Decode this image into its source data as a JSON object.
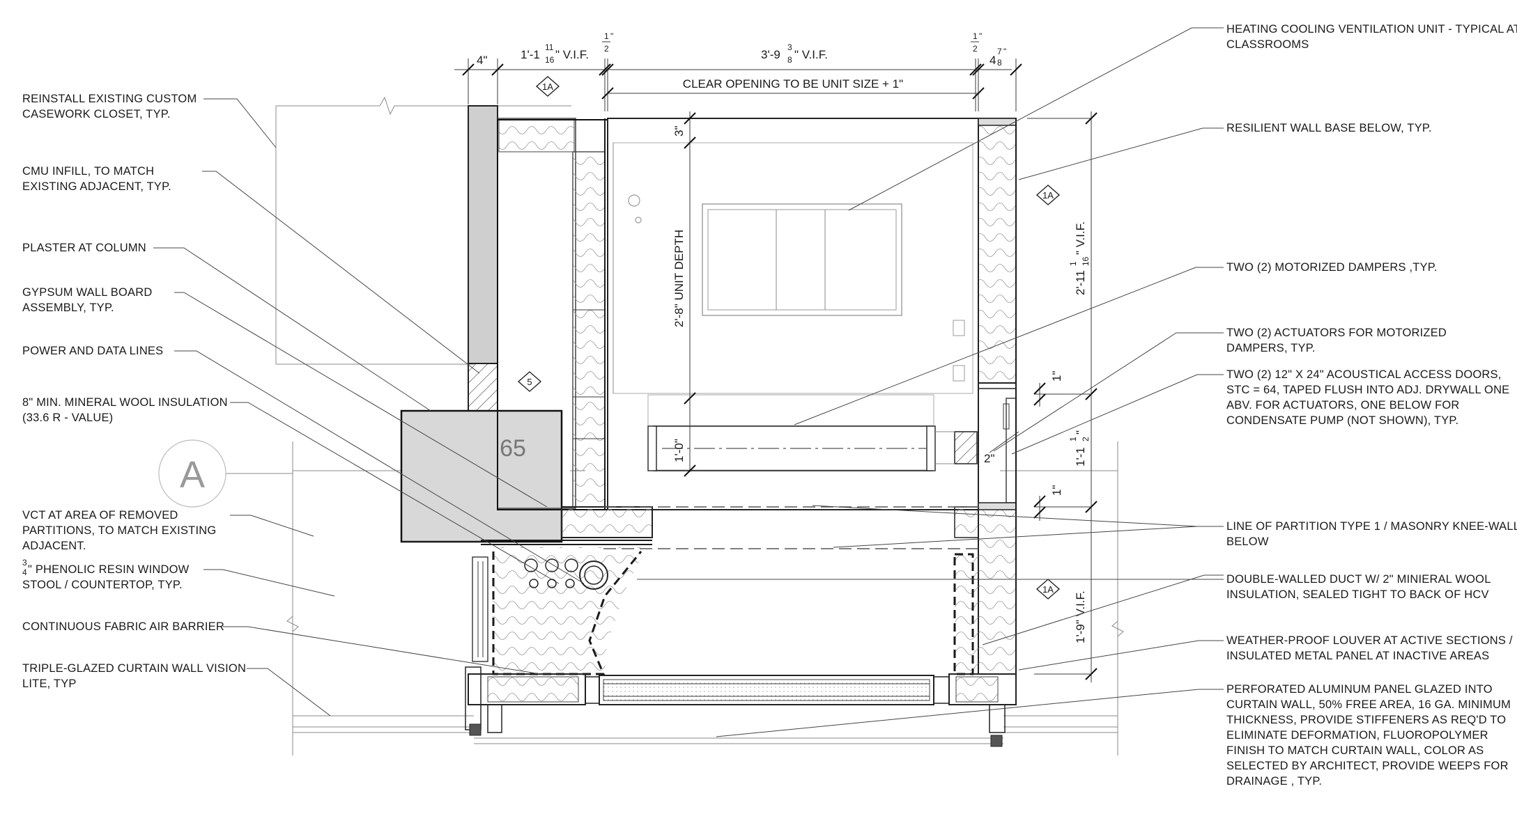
{
  "notes_left": [
    {
      "id": "casework",
      "lines": [
        "REINSTALL EXISTING CUSTOM",
        "CASEWORK CLOSET, TYP."
      ]
    },
    {
      "id": "cmu",
      "lines": [
        "CMU INFILL, TO MATCH",
        "EXISTING ADJACENT, TYP."
      ]
    },
    {
      "id": "plaster",
      "lines": [
        "PLASTER AT COLUMN"
      ]
    },
    {
      "id": "gypsum",
      "lines": [
        "GYPSUM WALL BOARD",
        "ASSEMBLY, TYP."
      ]
    },
    {
      "id": "power",
      "lines": [
        "POWER AND DATA LINES"
      ]
    },
    {
      "id": "mineral",
      "lines": [
        "8\" MIN. MINERAL WOOL INSULATION",
        "(33.6 R - VALUE)"
      ]
    },
    {
      "id": "vct",
      "lines": [
        "VCT AT AREA OF REMOVED",
        "PARTITIONS, TO MATCH EXISTING",
        "ADJACENT."
      ]
    },
    {
      "id": "stool",
      "frac_num": "3",
      "frac_den": "4",
      "lines": [
        "\" PHENOLIC RESIN WINDOW",
        "STOOL / COUNTERTOP, TYP."
      ]
    },
    {
      "id": "fabric",
      "lines": [
        "CONTINUOUS FABRIC AIR BARRIER"
      ]
    },
    {
      "id": "glazed",
      "lines": [
        "TRIPLE-GLAZED CURTAIN WALL VISION",
        "LITE, TYP"
      ]
    }
  ],
  "notes_right": [
    {
      "id": "hcv",
      "lines": [
        "HEATING COOLING VENTILATION UNIT - TYPICAL AT",
        "CLASSROOMS"
      ]
    },
    {
      "id": "base",
      "lines": [
        "RESILIENT WALL BASE BELOW, TYP."
      ]
    },
    {
      "id": "dampers",
      "lines": [
        "TWO (2) MOTORIZED DAMPERS ,TYP."
      ]
    },
    {
      "id": "actuators",
      "lines": [
        "TWO (2) ACTUATORS FOR MOTORIZED",
        "DAMPERS, TYP."
      ]
    },
    {
      "id": "access",
      "lines": [
        "TWO (2) 12\" X 24\" ACOUSTICAL ACCESS DOORS,",
        "STC = 64, TAPED FLUSH INTO ADJ. DRYWALL ONE",
        "ABV. FOR ACTUATORS, ONE BELOW FOR",
        "CONDENSATE PUMP (NOT SHOWN), TYP."
      ]
    },
    {
      "id": "partition",
      "lines": [
        "LINE OF PARTITION TYPE 1 / MASONRY KNEE-WALL",
        "BELOW"
      ]
    },
    {
      "id": "duct",
      "lines": [
        "DOUBLE-WALLED DUCT W/ 2\" MINIERAL WOOL",
        "INSULATION, SEALED TIGHT TO BACK OF HCV"
      ]
    },
    {
      "id": "louver",
      "lines": [
        "WEATHER-PROOF LOUVER AT ACTIVE SECTIONS /",
        "INSULATED METAL PANEL AT INACTIVE AREAS"
      ]
    },
    {
      "id": "perforated",
      "lines": [
        "PERFORATED ALUMINUM PANEL GLAZED INTO",
        "CURTAIN WALL, 50% FREE AREA, 16 GA. MINIMUM",
        "THICKNESS, PROVIDE STIFFENERS AS REQ'D TO",
        "ELIMINATE DEFORMATION, FLUOROPOLYMER",
        "FINISH TO MATCH CURTAIN WALL, COLOR AS",
        "SELECTED BY ARCHITECT, PROVIDE WEEPS FOR",
        "DRAINAGE , TYP."
      ]
    }
  ],
  "dimensions": {
    "d4": "4\"",
    "d1_11_pre": "1'-1",
    "d1_11_num": "11",
    "d1_11_den": "16",
    "d1_11_post": "\" V.I.F.",
    "half_num": "1",
    "half_den": "2",
    "half_inch": "\"",
    "d3_9_pre": "3'-9",
    "d3_9_num": "3",
    "d3_9_den": "8",
    "d3_9_post": "\" V.I.F.",
    "d4_7_pre": "4",
    "d4_7_num": "7",
    "d4_7_den": "8",
    "d4_7_post": "\"",
    "clear_opening": "CLEAR OPENING TO BE UNIT SIZE + 1\"",
    "d3": "3\"",
    "unit_depth": "2'-8\" UNIT DEPTH",
    "d1_0": "1'-0\"",
    "d2_11_pre": "2'-11",
    "d2_11_num": "1",
    "d2_11_den": "16",
    "d2_11_post": "\" V.I.F.",
    "d1in_a": "1\"",
    "d1in_b": "1\"",
    "d1_1_pre": "1'-1",
    "d1_1_num": "1",
    "d1_1_den": "2",
    "d1_1_post": "\"",
    "d2": "2\"",
    "d1_9": "1'-9\" V.I.F."
  },
  "tags": {
    "tag_1a_top": "1A",
    "tag_1a_right": "1A",
    "tag_1a_bottom": "1A",
    "tag_5": "5",
    "column_number": "65",
    "grid_bubble": "A"
  }
}
